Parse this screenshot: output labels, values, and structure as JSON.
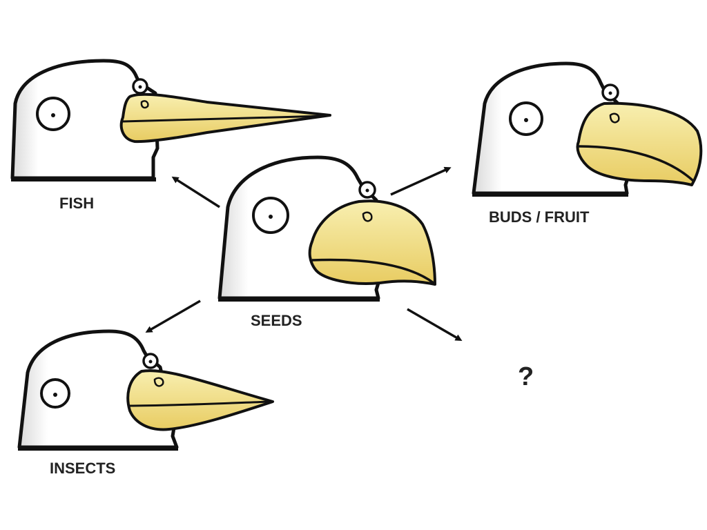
{
  "labels": {
    "fish": "FISH",
    "buds_fruit": "BUDS / FRUIT",
    "seeds": "SEEDS",
    "insects": "INSECTS",
    "unknown": "?"
  },
  "icons": {
    "fish_head": "bird-head-long-beak-icon",
    "buds_fruit_head": "bird-head-hooked-beak-icon",
    "seeds_head": "bird-head-thick-beak-icon",
    "insects_head": "bird-head-pointed-beak-icon"
  },
  "colors": {
    "beak_light": "#f6eba2",
    "beak_shade": "#e6c75a",
    "outline": "#111111",
    "head_fill": "#ffffff",
    "head_shadow": "#d8d8d8"
  }
}
